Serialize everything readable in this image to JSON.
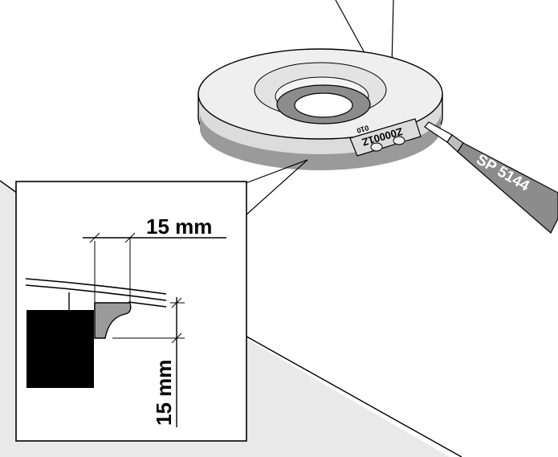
{
  "sealant_tube": {
    "label": "SP 5144"
  },
  "nameplate": {
    "code": "Z00001Z",
    "small_text": "010"
  },
  "detail": {
    "horizontal_dimension": "15 mm",
    "vertical_dimension": "15 mm"
  },
  "colors": {
    "floor": "#e9e9e9",
    "sealant": "#9a9a9a",
    "ring_top": "#efefef",
    "ring_side": "#dcdcdc",
    "post": "#000000"
  }
}
